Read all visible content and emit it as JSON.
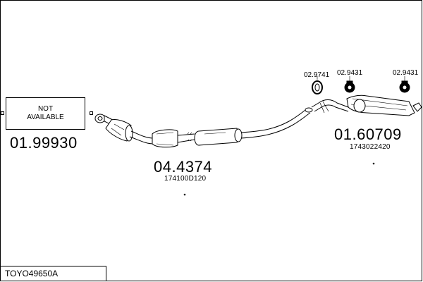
{
  "vehicle_code": "TOYO49650A",
  "not_available": {
    "line1": "NOT",
    "line2": "AVAILABLE",
    "part_number": "01.99930"
  },
  "parts": [
    {
      "part_number": "04.4374",
      "oem_number": "174100D120"
    },
    {
      "part_number": "01.60709",
      "oem_number": "1743022420"
    }
  ],
  "accessories": [
    {
      "part_number": "02.9741"
    },
    {
      "part_number": "02.9431"
    },
    {
      "part_number": "02.9431"
    }
  ]
}
